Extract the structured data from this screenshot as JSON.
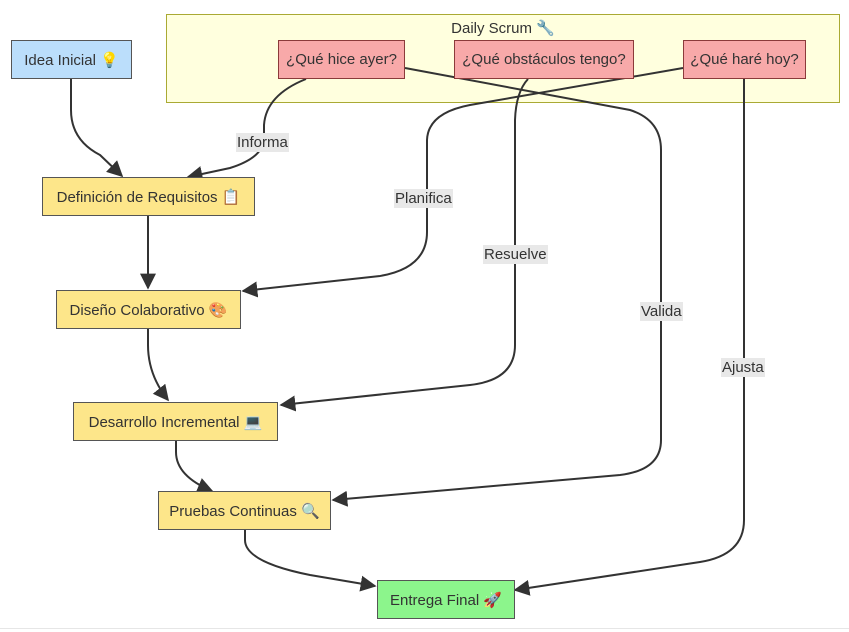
{
  "subgraph": {
    "title": "Daily Scrum 🔧"
  },
  "nodes": {
    "idea": "Idea Inicial 💡",
    "requisitos": "Definición de Requisitos 📋",
    "diseno": "Diseño Colaborativo 🎨",
    "desarrollo": "Desarrollo Incremental 💻",
    "pruebas": "Pruebas Continuas 🔍",
    "entrega": "Entrega Final 🚀",
    "ayer": "¿Qué hice ayer?",
    "obstaculos": "¿Qué obstáculos tengo?",
    "hoy": "¿Qué haré hoy?"
  },
  "edge_labels": {
    "informa": "Informa",
    "planifica": "Planifica",
    "resuelve": "Resuelve",
    "valida": "Valida",
    "ajusta": "Ajusta"
  },
  "colors": {
    "start_node": "#bbdefb",
    "process_node": "#fde68a",
    "scrum_node": "#f8a9a9",
    "end_node": "#8cf58c",
    "subgraph_fill": "#ffffde"
  }
}
